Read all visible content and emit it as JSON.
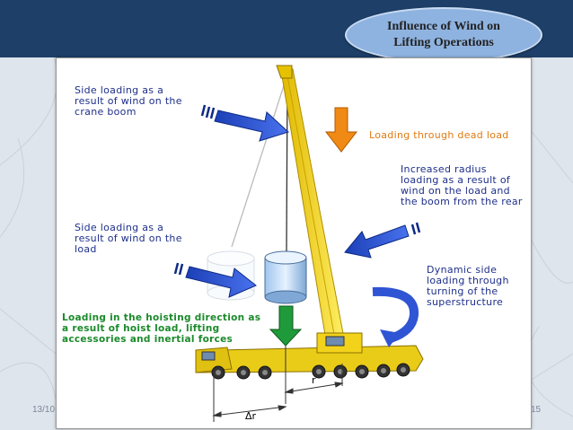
{
  "slide": {
    "title": "Influence of Wind on Lifting Operations",
    "footer_date": "13/10",
    "page_number": "15"
  },
  "diagram": {
    "labels": {
      "side_loading_boom": "Side loading as a result of wind on the crane boom",
      "dead_load": "Loading through dead load",
      "increased_radius": "Increased radius loading as a result of wind on the load and the boom from the rear",
      "side_loading_load": "Side loading as a result of wind on the load",
      "dynamic_side": "Dynamic side loading through turning of the superstructure",
      "hoisting_direction": "Loading in the hoisting direction as a result of hoist load, lifting accessories and inertial forces",
      "delta_r": "Δr",
      "r": "r"
    },
    "colors": {
      "wind_arrow": "#2f55d4",
      "dead_load_arrow": "#f08a14",
      "hoist_arrow": "#1f9a3a",
      "crane_yellow": "#f2d21a",
      "header": "#1d3f68"
    }
  }
}
